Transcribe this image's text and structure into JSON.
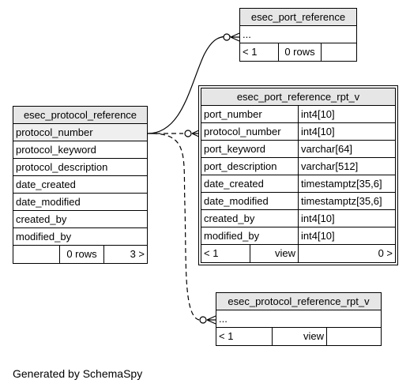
{
  "tables": {
    "port_reference": {
      "name": "esec_port_reference",
      "rows": [
        "..."
      ],
      "footer": {
        "parents": "< 1",
        "rows": "0 rows",
        "children": ""
      }
    },
    "protocol_reference": {
      "name": "esec_protocol_reference",
      "columns": [
        "protocol_number",
        "protocol_keyword",
        "protocol_description",
        "date_created",
        "date_modified",
        "created_by",
        "modified_by"
      ],
      "footer": {
        "parents": "",
        "rows": "0 rows",
        "children": "3 >"
      }
    },
    "port_reference_rpt_v": {
      "name": "esec_port_reference_rpt_v",
      "columns": [
        {
          "name": "port_number",
          "type": "int4[10]"
        },
        {
          "name": "protocol_number",
          "type": "int4[10]"
        },
        {
          "name": "port_keyword",
          "type": "varchar[64]"
        },
        {
          "name": "port_description",
          "type": "varchar[512]"
        },
        {
          "name": "date_created",
          "type": "timestamptz[35,6]"
        },
        {
          "name": "date_modified",
          "type": "timestamptz[35,6]"
        },
        {
          "name": "created_by",
          "type": "int4[10]"
        },
        {
          "name": "modified_by",
          "type": "int4[10]"
        }
      ],
      "footer": {
        "parents": "< 1",
        "kind": "view",
        "children": "0 >"
      }
    },
    "protocol_reference_rpt_v": {
      "name": "esec_protocol_reference_rpt_v",
      "rows": [
        "..."
      ],
      "footer": {
        "parents": "< 1",
        "kind": "view",
        "children": ""
      }
    }
  },
  "footer_text": "Generated by SchemaSpy"
}
